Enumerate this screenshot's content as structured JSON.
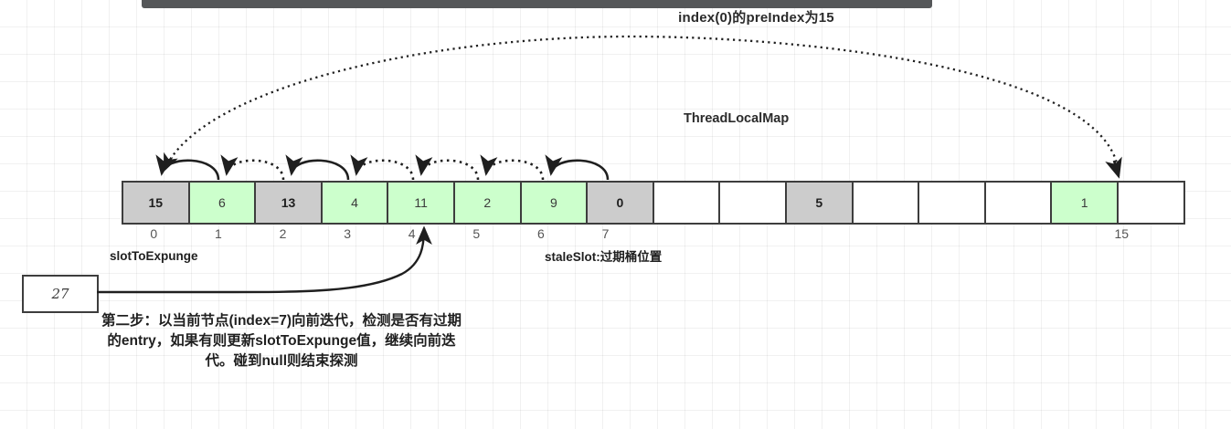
{
  "diagram": {
    "title_top": "index(0)的preIndex为15",
    "structure_label": "ThreadLocalMap",
    "slot_to_expunge_label": "slotToExpunge",
    "stale_slot_label": "staleSlot:过期桶位置",
    "value_box": "27",
    "caption": "第二步：以当前节点(index=7)向前迭代，检测是否有过期的entry，如果有则更新slotToExpunge值，继续向前迭代。碰到null则结束探测",
    "colors": {
      "stale_cell": "#cccccc",
      "active_cell": "#ccffcc",
      "empty_cell": "#ffffff",
      "border": "#3d3d3d",
      "text": "#1f1f1f",
      "topbar": "#555759"
    },
    "slots": [
      {
        "index": "0",
        "value": "15",
        "state": "gray"
      },
      {
        "index": "1",
        "value": "6",
        "state": "green"
      },
      {
        "index": "2",
        "value": "13",
        "state": "gray"
      },
      {
        "index": "3",
        "value": "4",
        "state": "green"
      },
      {
        "index": "4",
        "value": "11",
        "state": "green"
      },
      {
        "index": "5",
        "value": "2",
        "state": "green"
      },
      {
        "index": "6",
        "value": "9",
        "state": "green"
      },
      {
        "index": "7",
        "value": "0",
        "state": "gray"
      },
      {
        "index": "8",
        "value": "",
        "state": "empty"
      },
      {
        "index": "9",
        "value": "",
        "state": "empty"
      },
      {
        "index": "10",
        "value": "5",
        "state": "gray"
      },
      {
        "index": "11",
        "value": "",
        "state": "empty"
      },
      {
        "index": "12",
        "value": "",
        "state": "empty"
      },
      {
        "index": "13",
        "value": "",
        "state": "empty"
      },
      {
        "index": "14",
        "value": "1",
        "state": "green"
      },
      {
        "index": "15",
        "value": "",
        "state": "empty"
      }
    ],
    "visible_index_labels": [
      "0",
      "1",
      "2",
      "3",
      "4",
      "5",
      "6",
      "7",
      "15"
    ],
    "probe_arcs": [
      {
        "from": "1",
        "to": "0",
        "style": "solid"
      },
      {
        "from": "2",
        "to": "1",
        "style": "dotted"
      },
      {
        "from": "3",
        "to": "2",
        "style": "solid"
      },
      {
        "from": "4",
        "to": "3",
        "style": "dotted"
      },
      {
        "from": "5",
        "to": "4",
        "style": "dotted"
      },
      {
        "from": "6",
        "to": "5",
        "style": "dotted"
      },
      {
        "from": "7",
        "to": "6",
        "style": "solid"
      },
      {
        "from": "15",
        "to": "0",
        "style": "dotted"
      }
    ]
  }
}
